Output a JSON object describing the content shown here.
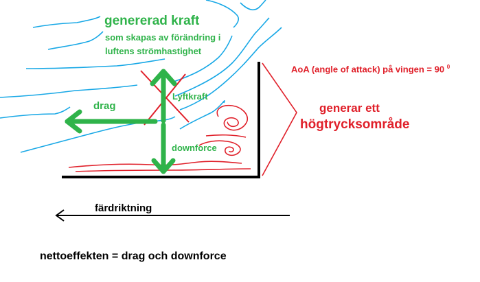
{
  "labels": {
    "title": "genererad kraft",
    "subtitle_line1": "som skapas av förändring i",
    "subtitle_line2": "luftens strömhastighet",
    "drag": "drag",
    "lift": "Lyftkraft",
    "downforce": "downforce",
    "aoa_text": "AoA (angle of attack) på vingen = 90",
    "aoa_degree": "0",
    "high_pressure_line1": "generar ett",
    "high_pressure_line2": "högtrycksområde",
    "direction": "färdriktning",
    "net_effect": "nettoeffekten = drag och downforce"
  },
  "colors": {
    "airflow": "#18a8e6",
    "force": "#2fb34a",
    "pressure": "#e0202a",
    "structure": "#000000"
  }
}
